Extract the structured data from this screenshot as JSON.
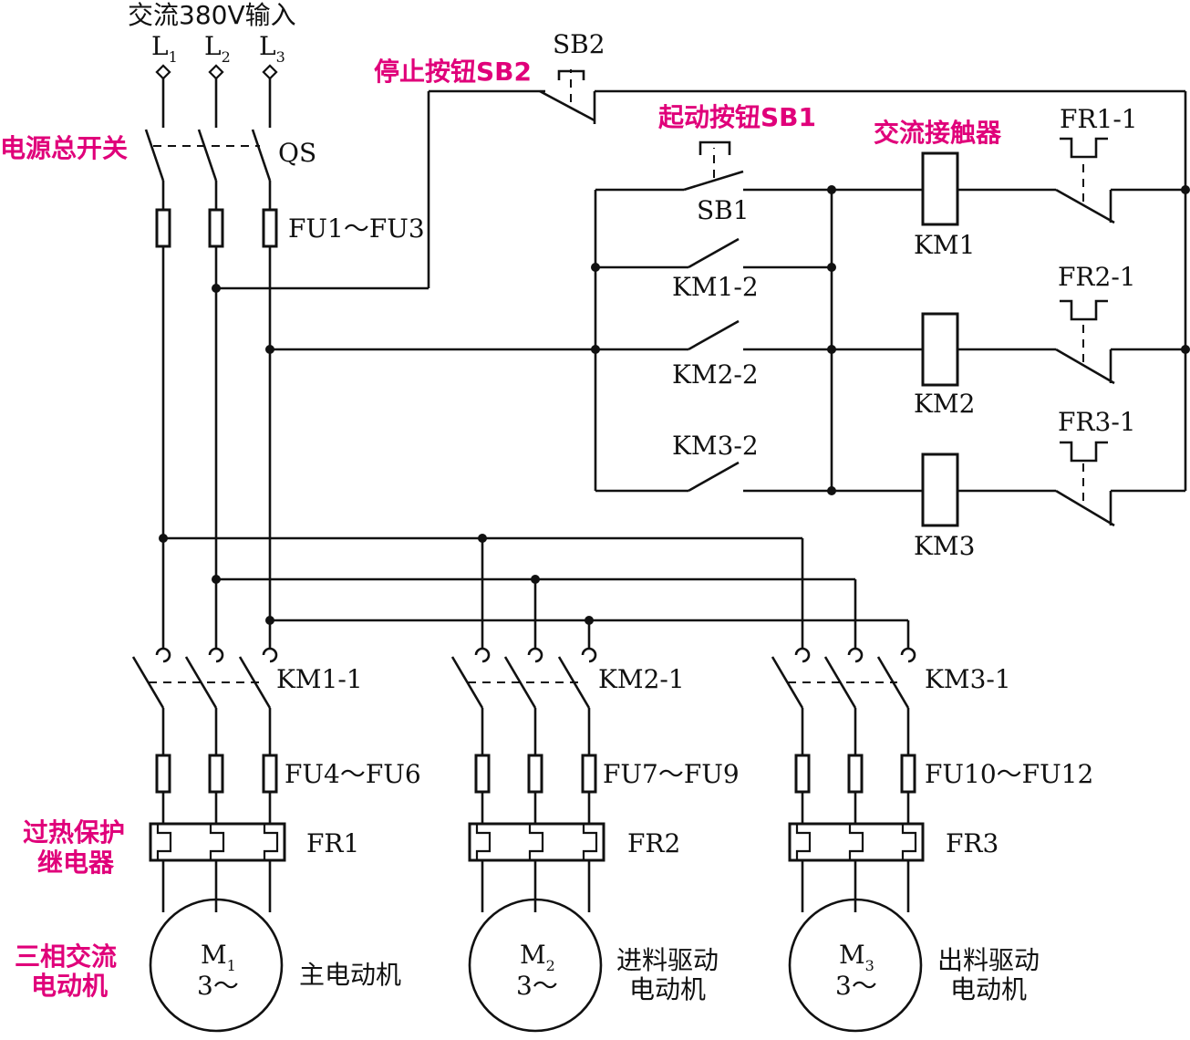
{
  "colors": {
    "line": "#111111",
    "highlight": "#e0007a"
  },
  "input": {
    "title": "交流380V输入",
    "L": "L",
    "sub1": "1",
    "sub2": "2",
    "sub3": "3"
  },
  "callouts": {
    "main_switch": "电源总开关",
    "stop_button": "停止按钮SB2",
    "start_button": "起动按钮SB1",
    "contactor": "交流接触器",
    "overheat_1": "过热保护",
    "overheat_2": "继电器",
    "motor_1": "三相交流",
    "motor_2": "电动机"
  },
  "labels": {
    "qs": "QS",
    "fu1_3": "FU1～FU3",
    "sb2": "SB2",
    "sb1": "SB1",
    "km1_2": "KM1-2",
    "km2_2": "KM2-2",
    "km3_2": "KM3-2",
    "km1": "KM1",
    "km2": "KM2",
    "km3": "KM3",
    "fr1_1": "FR1-1",
    "fr2_1": "FR2-1",
    "fr3_1": "FR3-1",
    "km1_1": "KM1-1",
    "km2_1": "KM2-1",
    "km3_1": "KM3-1",
    "fu4_6": "FU4～FU6",
    "fu7_9": "FU7～FU9",
    "fu10_12": "FU10～FU12",
    "fr1": "FR1",
    "fr2": "FR2",
    "fr3": "FR3"
  },
  "motors": [
    {
      "M": "M",
      "sub": "1",
      "phase": "3～",
      "desc1": "主电动机",
      "desc2": ""
    },
    {
      "M": "M",
      "sub": "2",
      "phase": "3～",
      "desc1": "进料驱动",
      "desc2": "电动机"
    },
    {
      "M": "M",
      "sub": "3",
      "phase": "3～",
      "desc1": "出料驱动",
      "desc2": "电动机"
    }
  ]
}
